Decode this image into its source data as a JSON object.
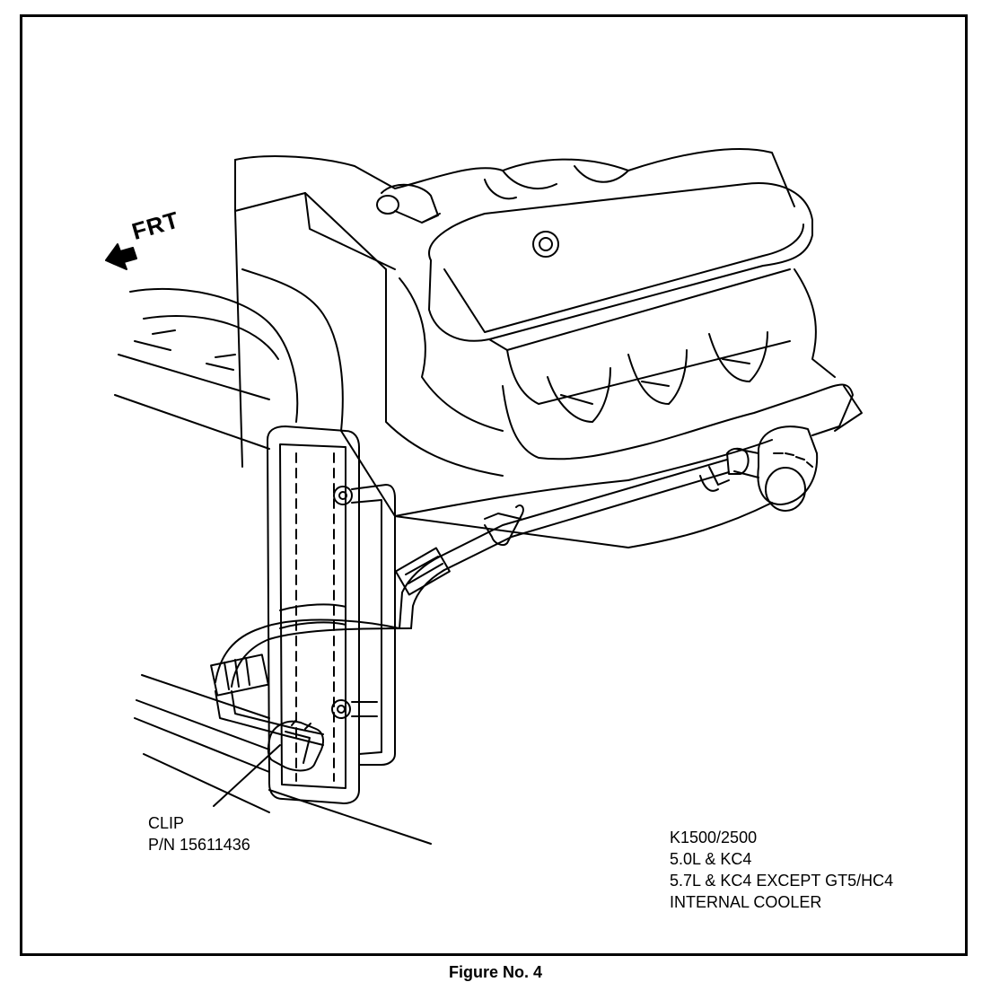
{
  "direction_label": "FRT",
  "callout": {
    "title": "CLIP",
    "part_number": "P/N 15611436"
  },
  "spec_lines": [
    "K1500/2500",
    "5.0L & KC4",
    "5.7L & KC4 EXCEPT GT5/HC4",
    "INTERNAL COOLER"
  ],
  "caption": "Figure No. 4",
  "colors": {
    "ink": "#000000",
    "paper": "#ffffff"
  }
}
